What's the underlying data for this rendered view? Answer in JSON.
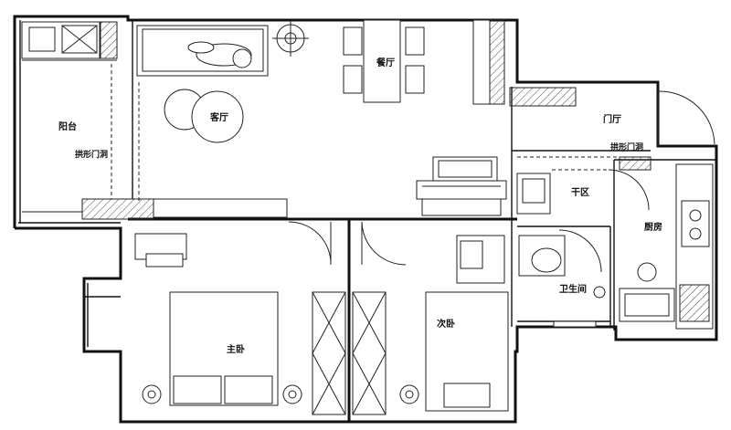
{
  "rooms": {
    "balcony": "阳台",
    "living": "客厅",
    "dining": "餐厅",
    "foyer": "门厅",
    "dry_area": "干区",
    "kitchen": "厨房",
    "bathroom": "卫生间",
    "master_bedroom": "主卧",
    "second_bedroom": "次卧"
  },
  "notes": {
    "arch_opening_1": "拱形门洞",
    "arch_opening_2": "拱形门洞"
  }
}
